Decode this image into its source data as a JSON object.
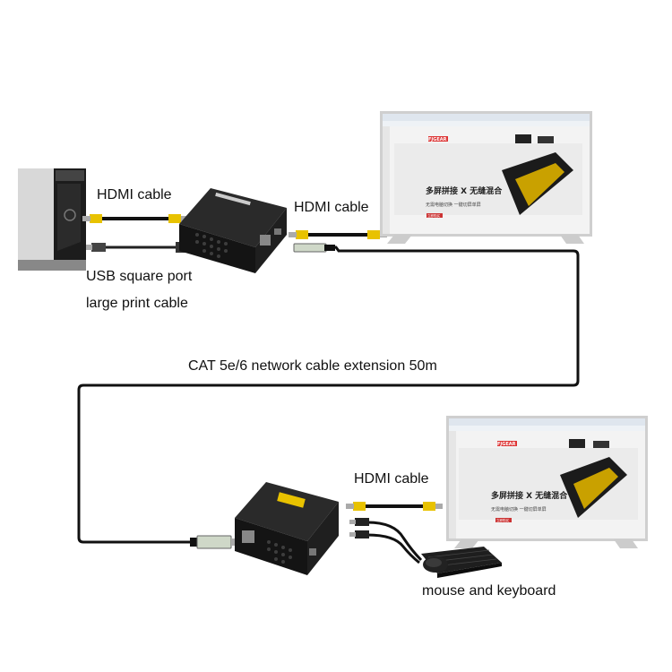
{
  "labels": {
    "hdmi_cable_1": "HDMI cable",
    "usb_line_1": "USB square port",
    "usb_line_2": "large print cable",
    "hdmi_cable_2": "HDMI cable",
    "cat_cable": "CAT 5e/6 network cable extension 50m",
    "hdmi_cable_3": "HDMI cable",
    "mouse_keyboard": "mouse and keyboard"
  },
  "screen": {
    "banner_main": "多屏拼接 X 无缝混合",
    "banner_sub": "无需电脑切换 一键切屏单屏",
    "button": "立即购买",
    "brand": "FJGEAR"
  },
  "colors": {
    "cable": "#111111",
    "hdmi_tip": "#e8c200",
    "device_body": "#1a1a1a",
    "tv_frame": "#c8c8c8",
    "screen_bg": "#f2f2f2"
  }
}
